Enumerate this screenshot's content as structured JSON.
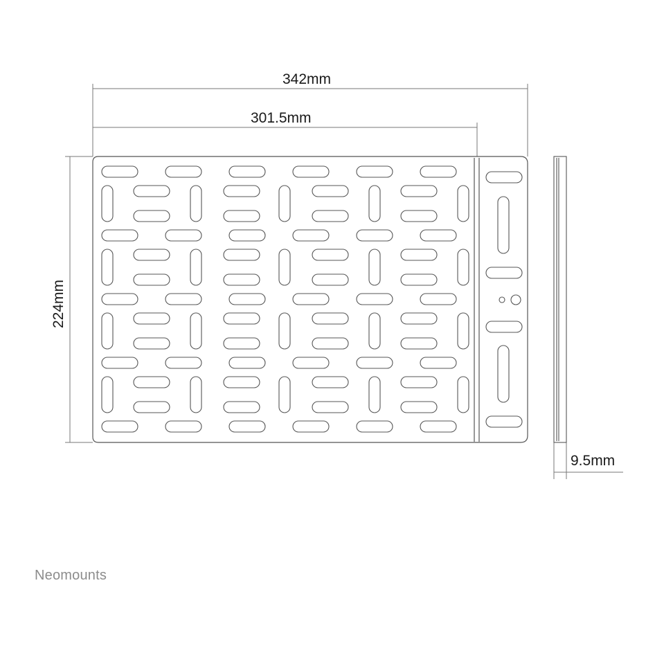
{
  "dimensions": {
    "total_width": "342mm",
    "inner_width": "301.5mm",
    "height": "224mm",
    "thickness": "9.5mm"
  },
  "brand": {
    "name": "Neomounts"
  },
  "colors": {
    "line": "#6e6e6e",
    "plate_stroke": "#555555",
    "text": "#1a1a1a",
    "brand": "#8c8c8c"
  }
}
